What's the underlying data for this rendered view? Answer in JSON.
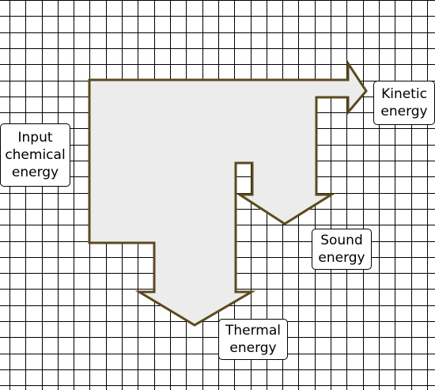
{
  "diagram": {
    "colors": {
      "grid_line": "#000000",
      "arrow_fill": "#ececec",
      "arrow_stroke": "#5c4a1e",
      "label_border": "#000000",
      "background": "#ffffff"
    },
    "labels": {
      "input": {
        "line1": "Input",
        "line2": "chemical",
        "line3": "energy"
      },
      "kinetic": {
        "line1": "Kinetic",
        "line2": "energy"
      },
      "sound": {
        "line1": "Sound",
        "line2": "energy"
      },
      "thermal": {
        "line1": "Thermal",
        "line2": "energy"
      }
    }
  }
}
